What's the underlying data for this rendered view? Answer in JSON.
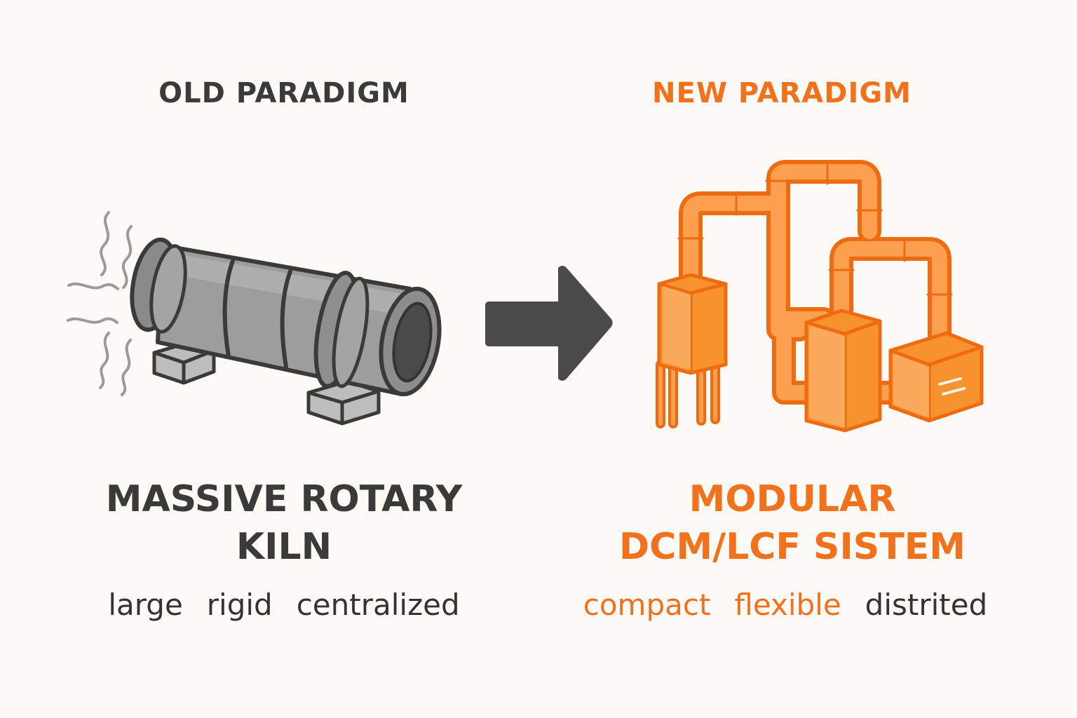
{
  "old": {
    "heading": "OLD PARADIGM",
    "title_line1": "MASSIVE ROTARY",
    "title_line2": "KILN",
    "attributes": [
      "large",
      "rigid",
      "centralized"
    ],
    "icon": "rotary-kiln-icon",
    "color": "#3a3a3a"
  },
  "new": {
    "heading": "NEW PARADIGM",
    "title_line1": "MODULAR",
    "title_line2": "DCM/LCF SISTEM",
    "attributes": [
      "compact",
      "flexible",
      "distrited"
    ],
    "attribute_colors": [
      "#f2711c",
      "#f2711c",
      "#333333"
    ],
    "icon": "modular-plant-icon",
    "color": "#f2711c"
  },
  "arrow": {
    "icon": "arrow-right-icon",
    "color": "#4a4a48"
  }
}
